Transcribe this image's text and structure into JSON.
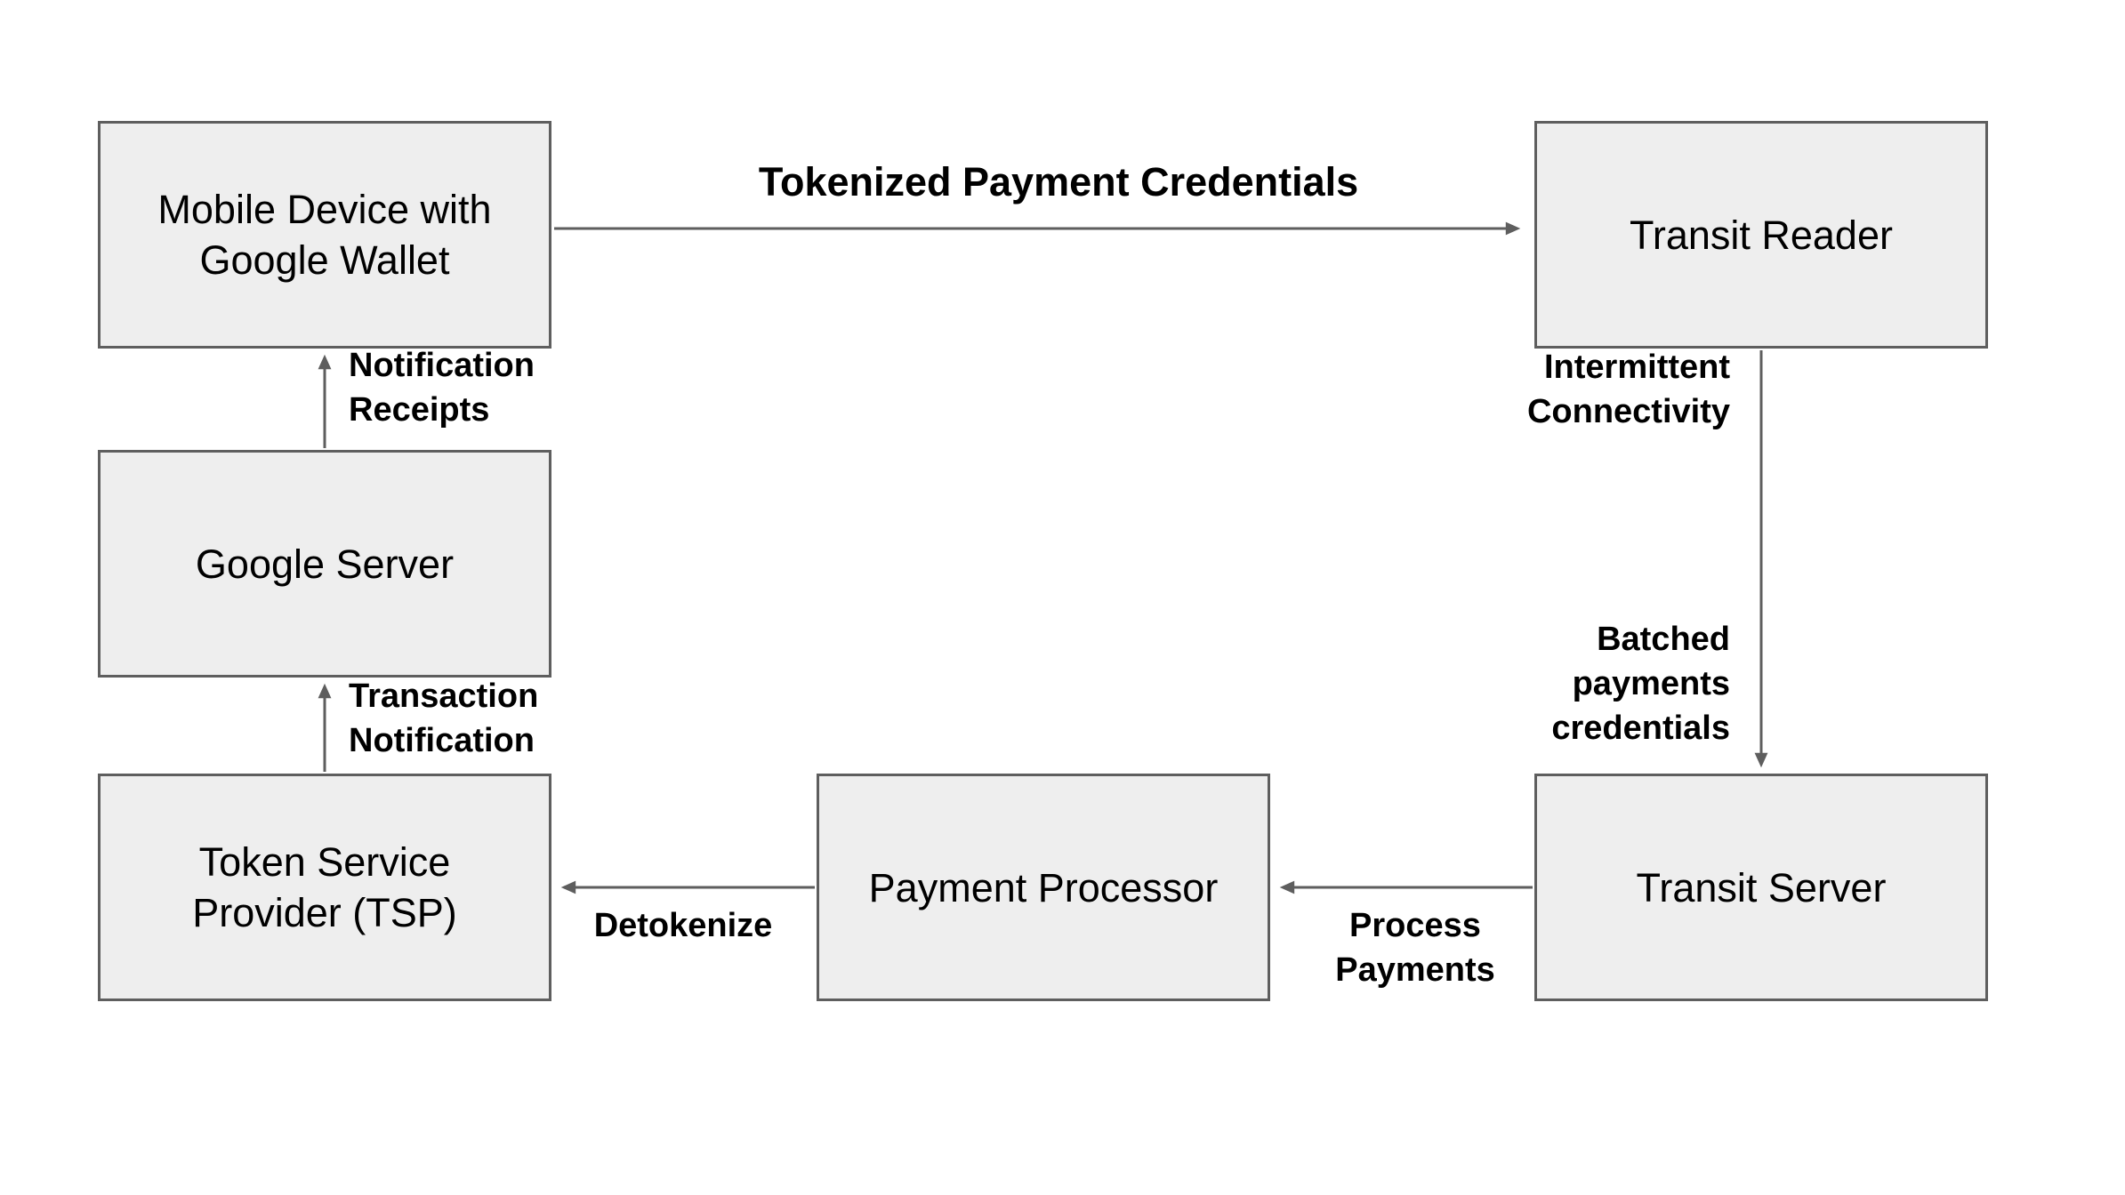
{
  "colors": {
    "background": "#ffffff",
    "node_fill": "#eeeeee",
    "node_border": "#5e5e5e",
    "arrow": "#5e5e5e",
    "text": "#000000"
  },
  "nodes": {
    "mobile_device": {
      "label": "Mobile Device with\nGoogle Wallet"
    },
    "transit_reader": {
      "label": "Transit Reader"
    },
    "google_server": {
      "label": "Google Server"
    },
    "token_service_provider": {
      "label": "Token Service\nProvider (TSP)"
    },
    "payment_processor": {
      "label": "Payment Processor"
    },
    "transit_server": {
      "label": "Transit Server"
    }
  },
  "edge_labels": {
    "tokenized_payment_credentials": "Tokenized Payment Credentials",
    "notification_receipts": "Notification\nReceipts",
    "transaction_notification": "Transaction\nNotification",
    "intermittent_connectivity": "Intermittent\nConnectivity",
    "batched_payments_credentials": "Batched\npayments\ncredentials",
    "detokenize": "Detokenize",
    "process_payments": "Process\nPayments"
  },
  "edges": [
    {
      "from": "mobile_device",
      "to": "transit_reader",
      "label": "Tokenized Payment Credentials",
      "direction": "right"
    },
    {
      "from": "google_server",
      "to": "mobile_device",
      "label": "Notification Receipts",
      "direction": "up"
    },
    {
      "from": "token_service_provider",
      "to": "google_server",
      "label": "Transaction Notification",
      "direction": "up"
    },
    {
      "from": "transit_reader",
      "to": "transit_server",
      "label": "Intermittent Connectivity / Batched payments credentials",
      "direction": "down"
    },
    {
      "from": "transit_server",
      "to": "payment_processor",
      "label": "Process Payments",
      "direction": "left"
    },
    {
      "from": "payment_processor",
      "to": "token_service_provider",
      "label": "Detokenize",
      "direction": "left"
    }
  ]
}
